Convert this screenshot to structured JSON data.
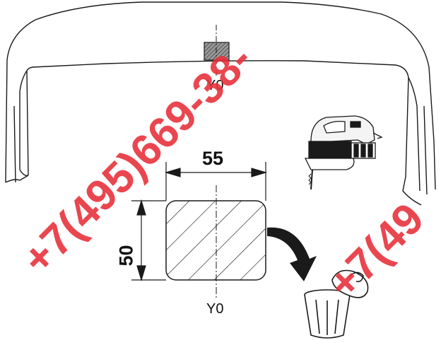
{
  "labels": {
    "top_axis": "Y0",
    "bottom_axis": "Y0",
    "width_dim": "55",
    "height_dim": "50"
  },
  "watermarks": {
    "main": "+7(495)669-38-",
    "corner": "+7(49"
  },
  "colors": {
    "line": "#1a1a1a",
    "watermark": "#e8323c",
    "hatch_fill": "#9a9a9a"
  },
  "icons": [
    "jigsaw-icon",
    "trash-can-icon",
    "discard-arrow-icon"
  ]
}
